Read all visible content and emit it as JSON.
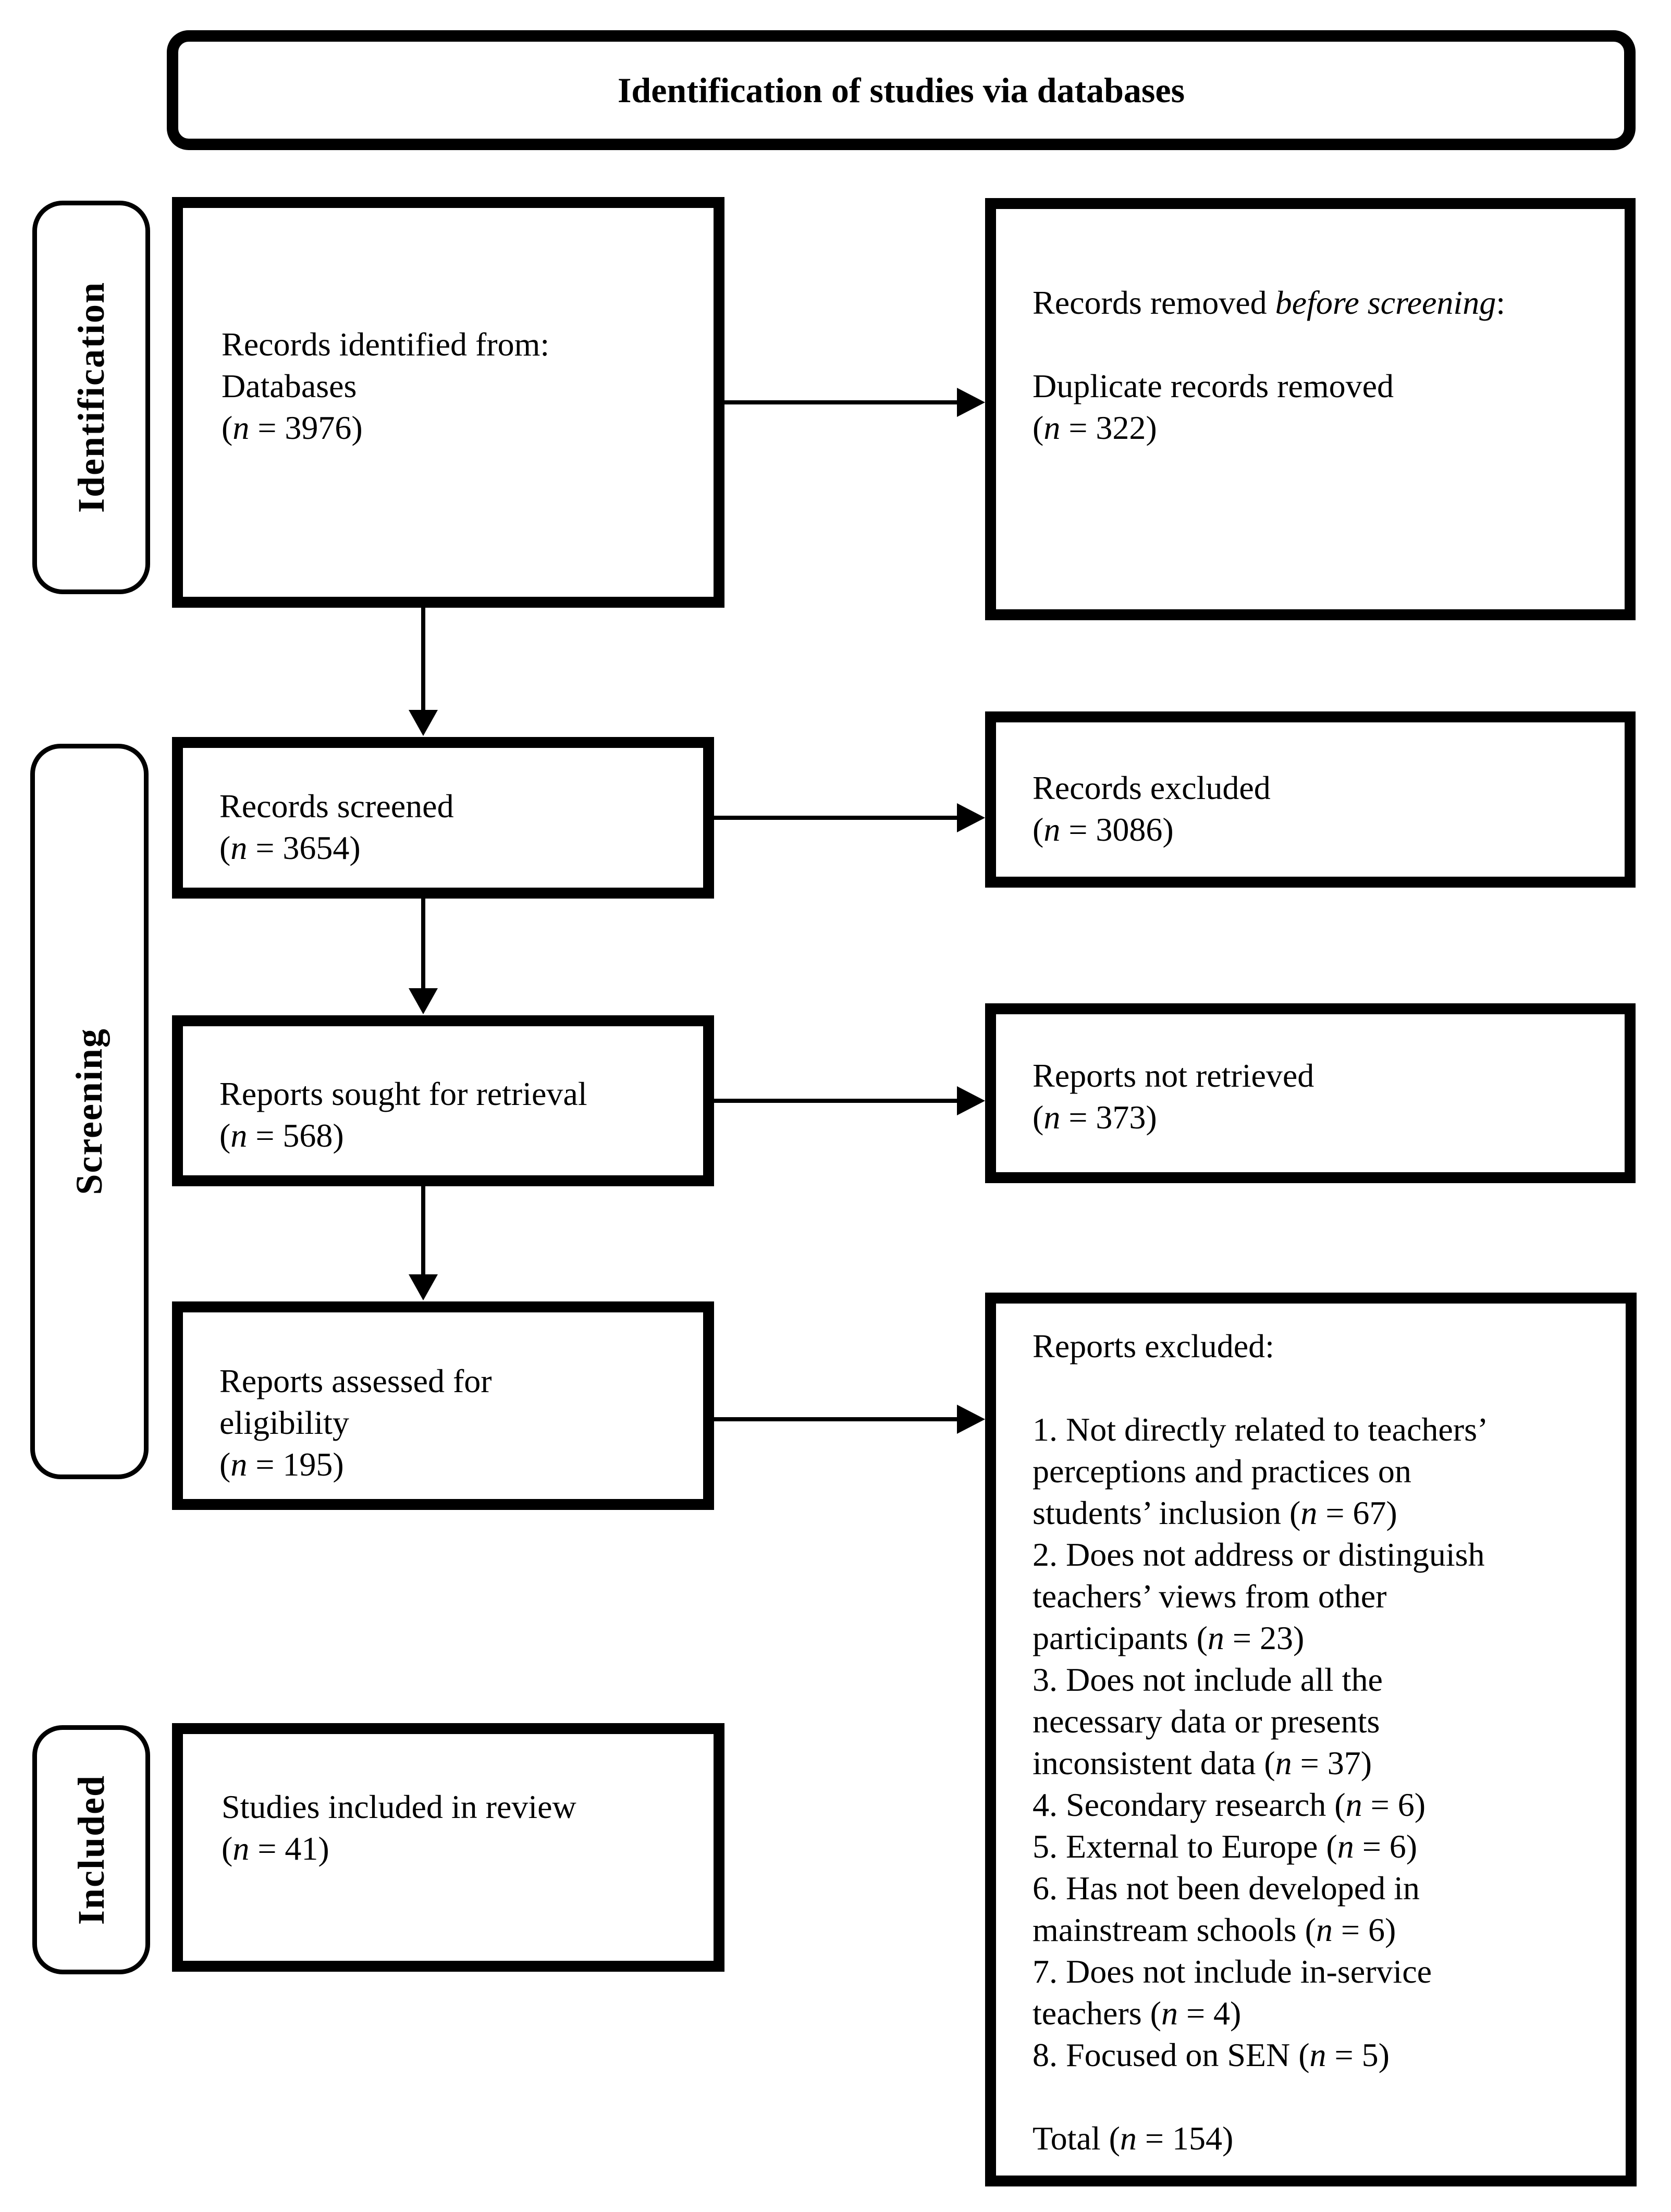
{
  "title": "Identification of studies via databases",
  "stage_labels": {
    "identification": "Identification",
    "screening": "Screening",
    "included": "Included"
  },
  "emphasis_phrases": [
    "before screening"
  ],
  "boxes": {
    "records_identified": {
      "lines": [
        "Records identified from:",
        "Databases",
        "(n = 3976)"
      ]
    },
    "records_removed": {
      "lines": [
        "Records removed before screening:",
        "",
        "Duplicate records removed",
        "(n = 322)"
      ]
    },
    "records_screened": {
      "lines": [
        "Records screened",
        "(n = 3654)"
      ]
    },
    "records_excluded": {
      "lines": [
        "Records excluded",
        "(n = 3086)"
      ]
    },
    "reports_sought": {
      "lines": [
        "Reports sought for retrieval",
        "(n = 568)"
      ]
    },
    "reports_not_retrieved": {
      "lines": [
        "Reports not retrieved",
        "(n = 373)"
      ]
    },
    "reports_assessed": {
      "lines": [
        "Reports assessed for",
        "eligibility",
        "(n = 195)"
      ]
    },
    "reports_excluded": {
      "lines": [
        "Reports excluded:",
        "",
        "1. Not directly related to teachers’",
        "perceptions and practices on",
        "students’ inclusion (n = 67)",
        "2. Does not address or distinguish",
        "teachers’ views from other",
        "participants (n = 23)",
        "3. Does not include all the",
        "necessary data or presents",
        "inconsistent data (n = 37)",
        "4. Secondary research (n = 6)",
        "5. External to Europe (n = 6)",
        "6. Has not been developed in",
        "mainstream schools (n = 6)",
        "7. Does not include in-service",
        "teachers (n = 4)",
        "8. Focused on SEN (n = 5)",
        "",
        "Total (n = 154)"
      ]
    },
    "studies_included": {
      "lines": [
        "Studies included in review",
        "(n = 41)"
      ]
    }
  },
  "colors": {
    "ink": "#000000",
    "background": "#ffffff"
  }
}
